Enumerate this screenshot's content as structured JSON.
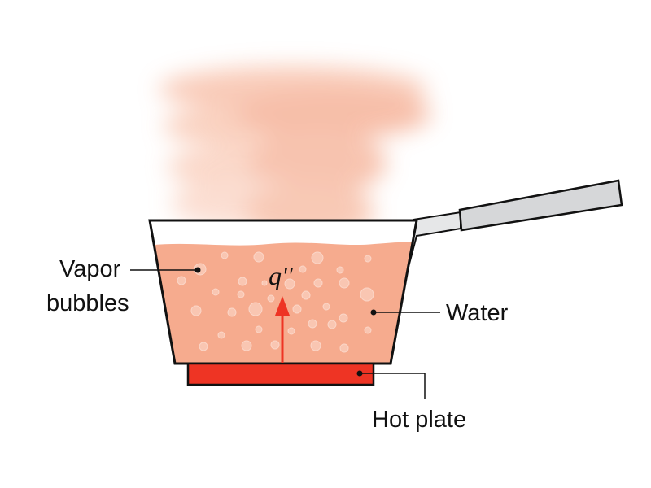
{
  "labels": {
    "vapor_line1": "Vapor",
    "vapor_line2": "bubbles",
    "water": "Water",
    "hot_plate": "Hot plate",
    "heat_flux": "q''"
  },
  "colors": {
    "water": "#f6ab8e",
    "steam": "#f4a98c",
    "hot_plate": "#ee3424",
    "arrow": "#ee3424",
    "handle": "#d6d7d9"
  }
}
